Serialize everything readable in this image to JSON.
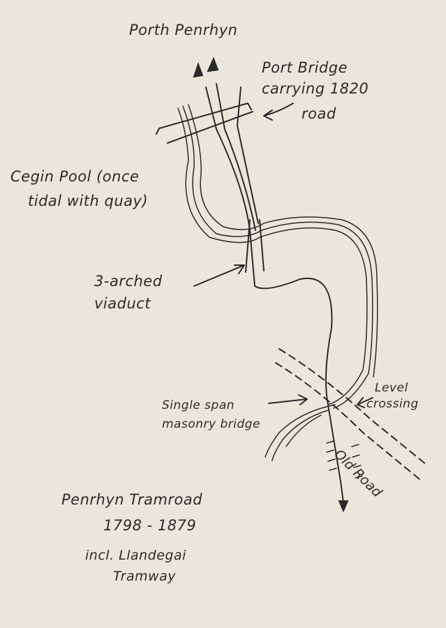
{
  "map": {
    "title": "Porth Penrhyn",
    "labels": {
      "port_bridge": [
        "Port Bridge",
        "carrying 1820",
        "road"
      ],
      "cegin_pool": [
        "Cegin Pool (once",
        "tidal with quay)"
      ],
      "viaduct": [
        "3-arched",
        "viaduct"
      ],
      "masonry_bridge": [
        "Single span",
        "masonry bridge"
      ],
      "level_crossing": [
        "Level",
        "crossing"
      ],
      "old_road": "Old Road"
    },
    "legend": {
      "name": "Penrhyn Tramroad",
      "years": "1798 - 1879",
      "incl": [
        "incl. Llandegai",
        "Tramway"
      ]
    },
    "colors": {
      "paper": "#e9e6dc",
      "ink": "#2a2a2a"
    }
  }
}
